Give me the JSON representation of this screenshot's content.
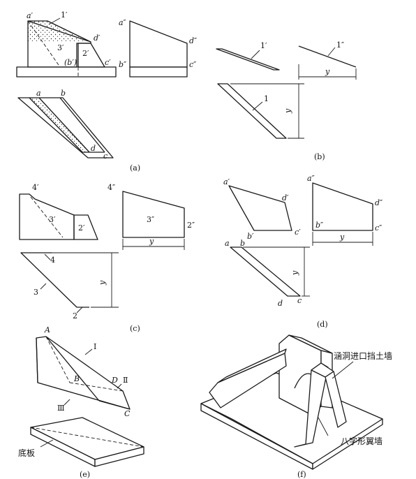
{
  "captions": {
    "a": "(a)",
    "b": "(b)",
    "c": "(c)",
    "d": "(d)",
    "e": "(e)",
    "f": "(f)"
  },
  "panel_a": {
    "front": {
      "a": "a′",
      "one": "1′",
      "three": "3′",
      "d": "d′",
      "two": "2′",
      "b": "(b′)",
      "c": "c′"
    },
    "side": {
      "a": "a″",
      "d": "d″",
      "b": "b″",
      "c": "c″"
    },
    "plan": {
      "a": "a",
      "b": "b",
      "d": "d",
      "c": "c"
    }
  },
  "panel_b": {
    "front": "1′",
    "side": "1″",
    "plan": "1",
    "y1": "y",
    "y2": "y"
  },
  "panel_c": {
    "front": {
      "four": "4′",
      "three": "3′",
      "two": "2′"
    },
    "side": {
      "four": "4″",
      "three": "3″",
      "two": "2″"
    },
    "plan": {
      "four": "4",
      "three": "3",
      "two": "2"
    },
    "y1": "y",
    "y2": "y"
  },
  "panel_d": {
    "front": {
      "a": "a′",
      "d": "d′",
      "b": "b′",
      "c": "c′"
    },
    "side": {
      "a": "a″",
      "d": "d″",
      "b": "b″",
      "c": "c″"
    },
    "plan": {
      "a": "a",
      "b": "b",
      "d": "d",
      "c": "c"
    },
    "y1": "y",
    "y2": "y"
  },
  "panel_e": {
    "A": "A",
    "I": "Ⅰ",
    "B": "B",
    "D": "D",
    "II": "Ⅱ",
    "III": "Ⅲ",
    "C": "C",
    "base": "底板"
  },
  "panel_f": {
    "headwall": "涵洞进口挡土墙",
    "wingwall": "八字形翼墙"
  }
}
